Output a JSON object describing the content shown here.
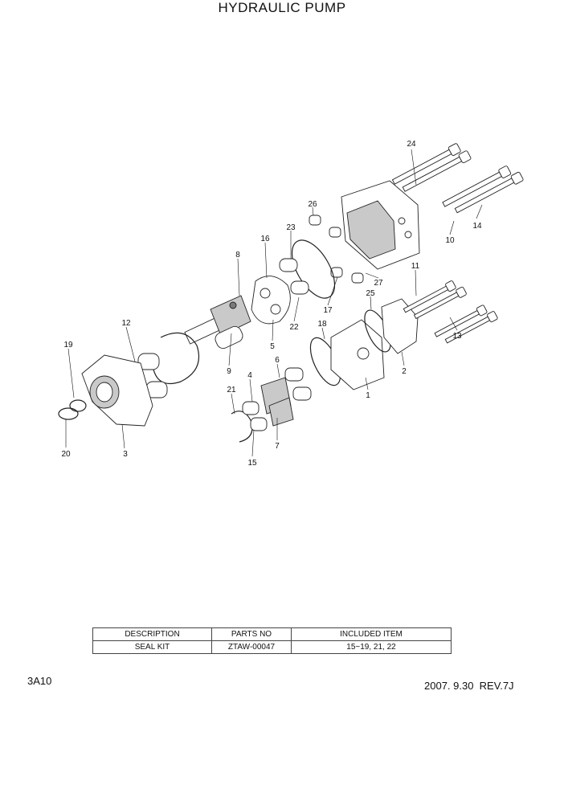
{
  "title": "HYDRAULIC PUMP",
  "callouts": [
    "24",
    "14",
    "10",
    "26",
    "23",
    "16",
    "8",
    "27",
    "11",
    "25",
    "17",
    "22",
    "5",
    "18",
    "12",
    "13",
    "19",
    "6",
    "4",
    "2",
    "9",
    "1",
    "21",
    "3",
    "20",
    "7",
    "15"
  ],
  "table": {
    "headers": [
      "DESCRIPTION",
      "PARTS NO",
      "INCLUDED ITEM"
    ],
    "rows": [
      [
        "SEAL KIT",
        "ZTAW-00047",
        "15~19, 21, 22"
      ]
    ]
  },
  "footer": {
    "page_code": "3A10",
    "revision": "2007. 9.30  REV.7J"
  }
}
